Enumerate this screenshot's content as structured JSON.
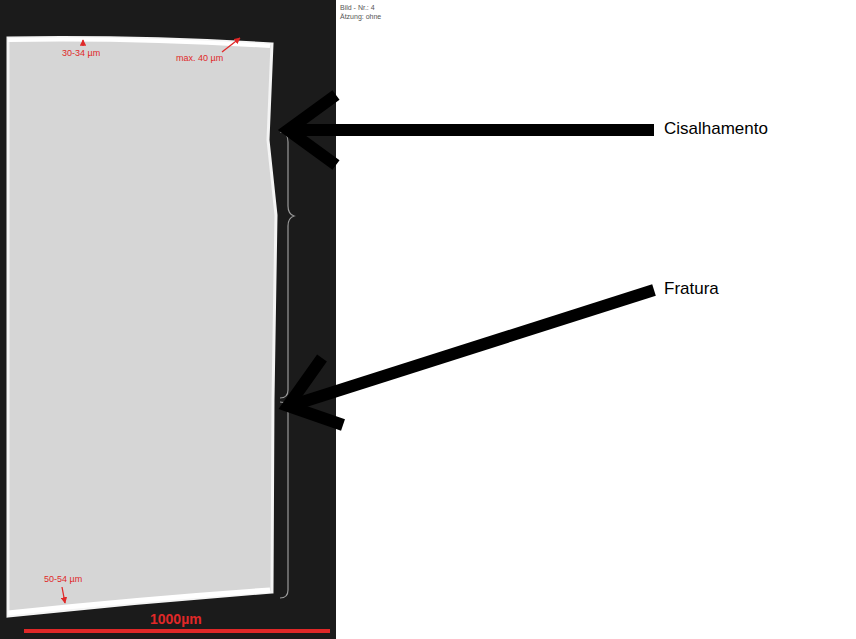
{
  "diagram": {
    "labels": [
      "Bild - Nr.: 4",
      "Ätzung: ohne",
      "30-34 µm",
      "max. 40 µm",
      "50-54 µm",
      "1000µm",
      "Cisalhamento",
      "Fratura"
    ]
  }
}
